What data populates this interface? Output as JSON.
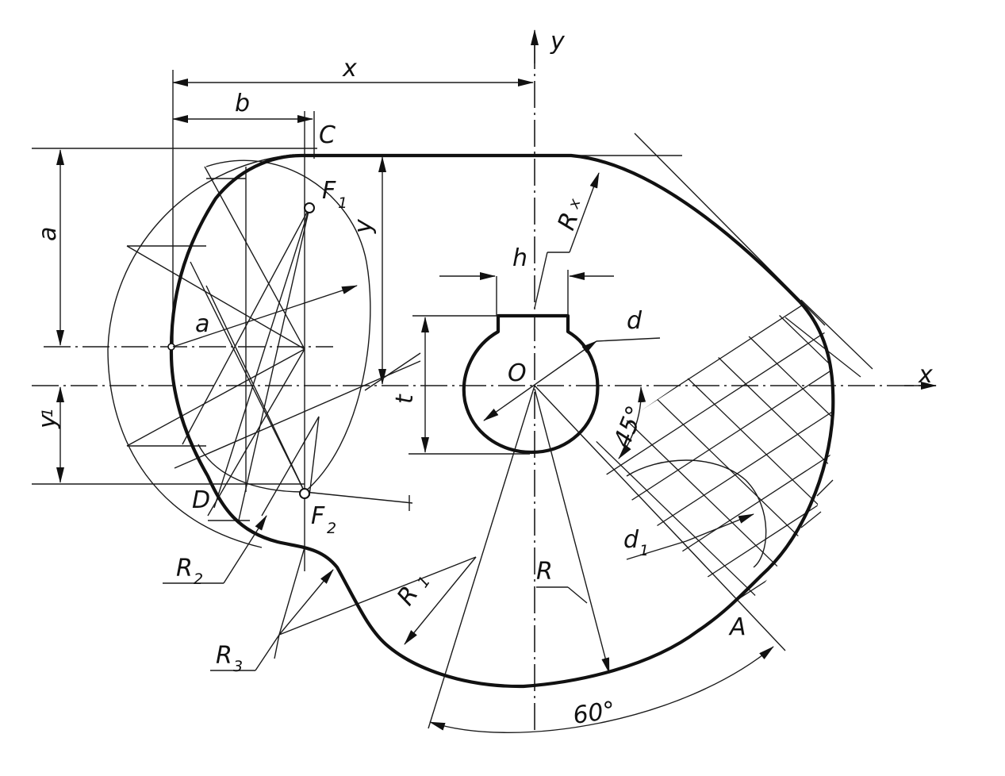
{
  "drawing": {
    "axis_labels": {
      "x": "x",
      "y": "y"
    },
    "points": {
      "O": "O",
      "C": "C",
      "D": "D",
      "A": "A",
      "F1": "F",
      "F1_sub": "1",
      "F2": "F",
      "F2_sub": "2"
    },
    "dimensions": {
      "x": "x",
      "b": "b",
      "a_vertical": "a",
      "a_radius": "a",
      "y": "y",
      "y1": "y",
      "y1_sub": "1",
      "h": "h",
      "t": "t",
      "d": "d",
      "d1": "d",
      "d1_sub": "1",
      "Rx": "R",
      "Rx_sub": "x",
      "R": "R",
      "R1": "R",
      "R1_sub": "1",
      "R2": "R",
      "R2_sub": "2",
      "R3": "R",
      "R3_sub": "3",
      "angle45": "45°",
      "angle60": "60°"
    }
  }
}
